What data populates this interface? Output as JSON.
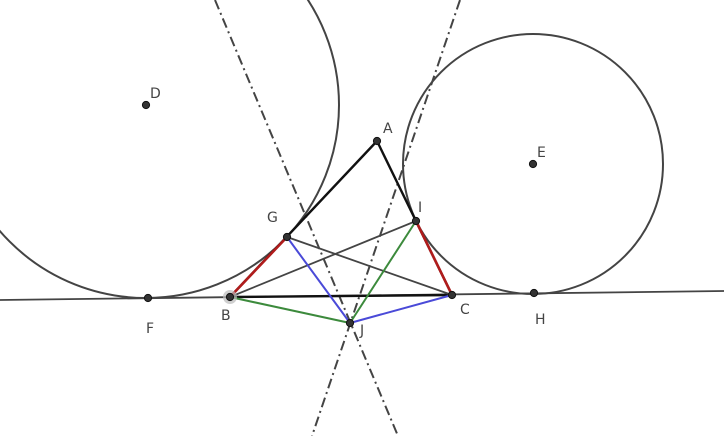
{
  "diagram": {
    "colors": {
      "circle": "#444444",
      "line": "#444444",
      "triangle": "#111111",
      "red": "#b01c1c",
      "blue": "#4a4ad8",
      "green": "#3c8a3c",
      "point": "#333333",
      "highlight": "#bbbbbb"
    },
    "points": [
      {
        "id": "A",
        "label": "A"
      },
      {
        "id": "B",
        "label": "B"
      },
      {
        "id": "C",
        "label": "C"
      },
      {
        "id": "D",
        "label": "D"
      },
      {
        "id": "E",
        "label": "E"
      },
      {
        "id": "F",
        "label": "F"
      },
      {
        "id": "G",
        "label": "G"
      },
      {
        "id": "H",
        "label": "H"
      },
      {
        "id": "I",
        "label": "I"
      },
      {
        "id": "J",
        "label": "J"
      }
    ],
    "circles": [
      {
        "id": "circle-d",
        "center": "D"
      },
      {
        "id": "circle-e",
        "center": "E"
      }
    ],
    "segments": [
      {
        "id": "seg-ab",
        "from": "A",
        "to": "B",
        "style": "triangle"
      },
      {
        "id": "seg-ac",
        "from": "A",
        "to": "C",
        "style": "triangle"
      },
      {
        "id": "seg-bc",
        "from": "B",
        "to": "C",
        "style": "triangle"
      },
      {
        "id": "seg-bi",
        "from": "B",
        "to": "I",
        "style": "line"
      },
      {
        "id": "seg-gc",
        "from": "G",
        "to": "C",
        "style": "line"
      },
      {
        "id": "seg-bg",
        "from": "B",
        "to": "G",
        "style": "red"
      },
      {
        "id": "seg-ic",
        "from": "I",
        "to": "C",
        "style": "red"
      },
      {
        "id": "seg-gj",
        "from": "G",
        "to": "J",
        "style": "blue"
      },
      {
        "id": "seg-jc",
        "from": "J",
        "to": "C",
        "style": "blue"
      },
      {
        "id": "seg-bj",
        "from": "B",
        "to": "J",
        "style": "green"
      },
      {
        "id": "seg-ji",
        "from": "J",
        "to": "I",
        "style": "green"
      }
    ]
  }
}
